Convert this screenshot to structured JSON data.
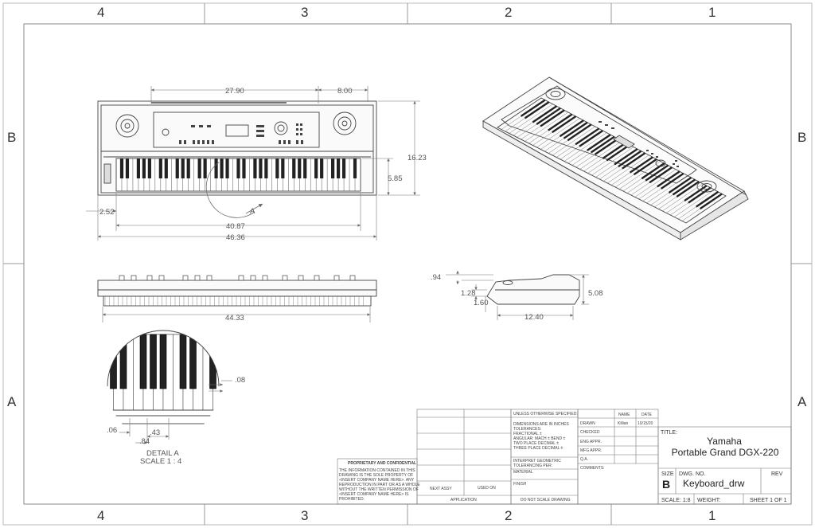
{
  "zones": {
    "top": [
      "4",
      "3",
      "2",
      "1"
    ],
    "bottom": [
      "4",
      "3",
      "2",
      "1"
    ],
    "left": [
      "B",
      "A"
    ],
    "right": [
      "B",
      "A"
    ]
  },
  "dimensions": {
    "width_inner_left": "27.90",
    "width_inner_right": "8.00",
    "height_total": "16.23",
    "height_keys": "5.85",
    "offset_left": "2.52",
    "keys_width": "40.87",
    "total_width": "46.36",
    "side_total": "44.33",
    "profile_top": ".94",
    "profile_a": "1.28",
    "profile_b": "1.60",
    "profile_height": "5.08",
    "profile_depth": "12.40",
    "detail_key_gap": ".08",
    "detail_key_a": ".06",
    "detail_key_b": ".43",
    "detail_key_c": ".84"
  },
  "detail": {
    "marker": "A",
    "label": "DETAIL A",
    "scale": "SCALE 1 : 4"
  },
  "title_block": {
    "unless": "UNLESS OTHERWISE SPECIFIED:",
    "dims_note_1": "DIMENSIONS ARE IN INCHES",
    "dims_note_2": "TOLERANCES:",
    "dims_note_3": "FRACTIONAL ±",
    "dims_note_4": "ANGULAR: MACH ±    BEND ±",
    "dims_note_5": "TWO PLACE DECIMAL   ±",
    "dims_note_6": "THREE PLACE DECIMAL  ±",
    "interpret_1": "INTERPRET GEOMETRIC",
    "interpret_2": "TOLERANCING PER:",
    "material": "MATERIAL",
    "finish": "FINISH",
    "no_scale": "DO NOT SCALE DRAWING",
    "next_assy": "NEXT ASSY",
    "used_on": "USED ON",
    "application": "APPLICATION",
    "col_name": "NAME",
    "col_date": "DATE",
    "row_drawn": "DRAWN",
    "row_checked": "CHECKED",
    "row_eng": "ENG APPR.",
    "row_mfg": "MFG APPR.",
    "row_qa": "Q.A.",
    "row_comments": "COMMENTS:",
    "drawn_name": "Killian",
    "drawn_date": "10/15/20",
    "title_label": "TITLE:",
    "title_line1": "Yamaha",
    "title_line2": "Portable Grand DGX-220",
    "size_label": "SIZE",
    "size_value": "B",
    "dwg_label": "DWG.  NO.",
    "dwg_value": "Keyboard_drw",
    "rev_label": "REV",
    "scale": "SCALE: 1:8",
    "weight": "WEIGHT:",
    "sheet": "SHEET 1 OF 1",
    "prop_title": "PROPRIETARY AND CONFIDENTIAL",
    "prop_1": "THE INFORMATION CONTAINED IN THIS",
    "prop_2": "DRAWING IS THE SOLE PROPERTY OF",
    "prop_3": "<INSERT COMPANY NAME HERE>.  ANY",
    "prop_4": "REPRODUCTION IN PART OR AS A WHOLE",
    "prop_5": "WITHOUT THE WRITTEN PERMISSION OF",
    "prop_6": "<INSERT COMPANY NAME HERE> IS",
    "prop_7": "PROHIBITED."
  }
}
